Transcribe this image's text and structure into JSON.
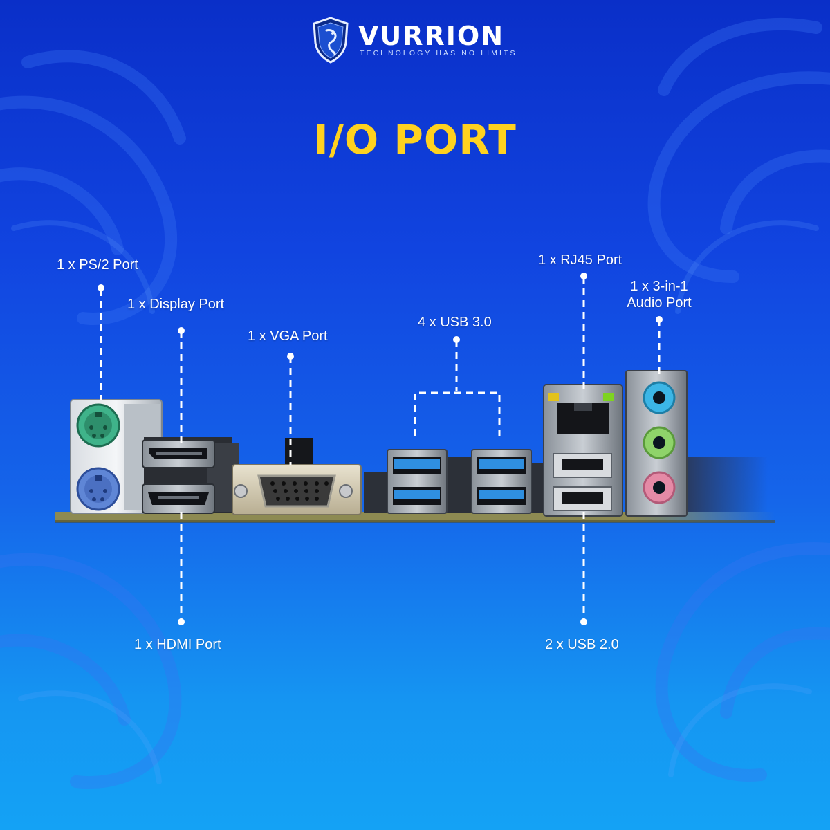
{
  "brand": {
    "name": "VURRION",
    "tagline": "TECHNOLOGY HAS NO LIMITS"
  },
  "headline": "I/O PORT",
  "labels": {
    "ps2": "1 x PS/2 Port",
    "display_port": "1 x Display Port",
    "vga": "1 x VGA Port",
    "usb3": "4 x USB 3.0",
    "rj45": "1 x RJ45 Port",
    "audio_line1": "1 x 3-in-1",
    "audio_line2": "Audio Port",
    "hdmi": "1 x HDMI Port",
    "usb2": "2 x USB 2.0"
  },
  "colors": {
    "headline": "#ffd21f",
    "label_text": "#ffffff",
    "ps2_green": "#3fb38a",
    "ps2_purple": "#5f86d6",
    "usb3_blue": "#2f8fe0",
    "audio_blue": "#3cb6e6",
    "audio_green": "#8fd36a",
    "audio_pink": "#e58aa6"
  },
  "icons": {
    "brand_logo": "dragon-shield-icon"
  }
}
